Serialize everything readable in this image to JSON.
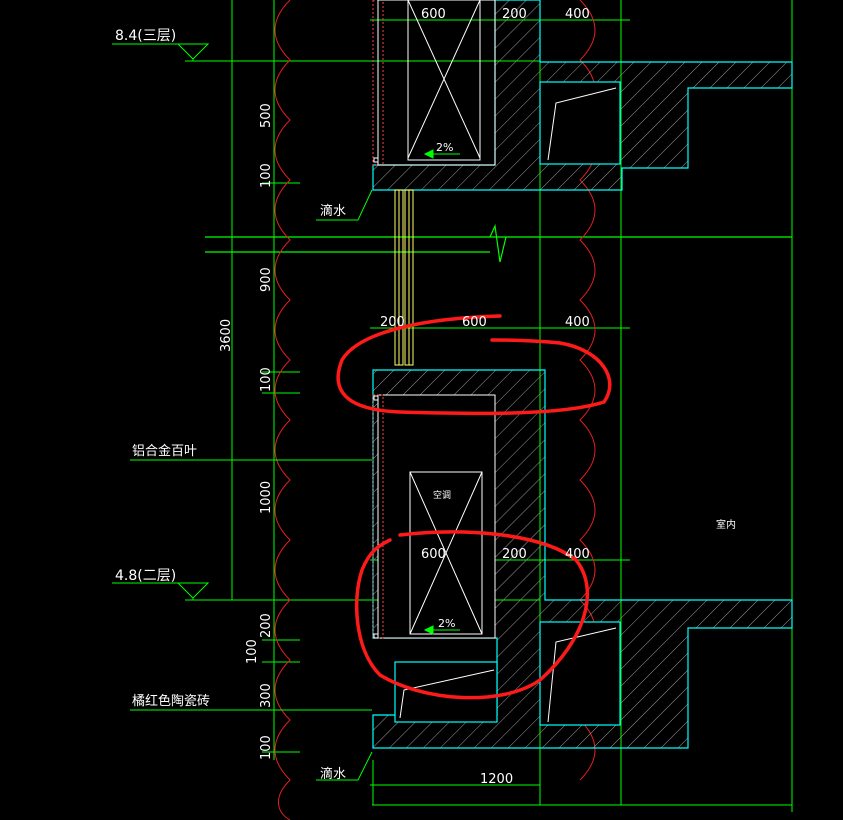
{
  "colors": {
    "background": "#000000",
    "dim": "#00ff00",
    "text": "#ffffff",
    "structure": "#00ffff",
    "hatch": "#bfbfbf",
    "red": "#ff2020",
    "window": "#ffff66"
  },
  "levels": {
    "upper": "8.4(三层)",
    "lower": "4.8(二层)"
  },
  "vertical_dims": {
    "d500": "500",
    "d100a": "100",
    "d900": "900",
    "d3600": "3600",
    "d100b": "100",
    "d1000": "1000",
    "d200": "200",
    "d100c": "100",
    "d300": "300",
    "d100d": "100"
  },
  "horizontal_dims": {
    "top_600": "600",
    "top_200": "200",
    "top_400": "400",
    "mid_200": "200",
    "mid_600": "600",
    "mid_400": "400",
    "low_600": "600",
    "low_200": "200",
    "low_400": "400",
    "bottom_1200": "1200"
  },
  "labels": {
    "drip_upper": "滴水",
    "louver": "铝合金百叶",
    "tile": "橘红色陶瓷砖",
    "drip_lower": "滴水",
    "ac": "空调",
    "indoor": "室内",
    "slope_upper": "2%",
    "slope_lower": "2%"
  }
}
